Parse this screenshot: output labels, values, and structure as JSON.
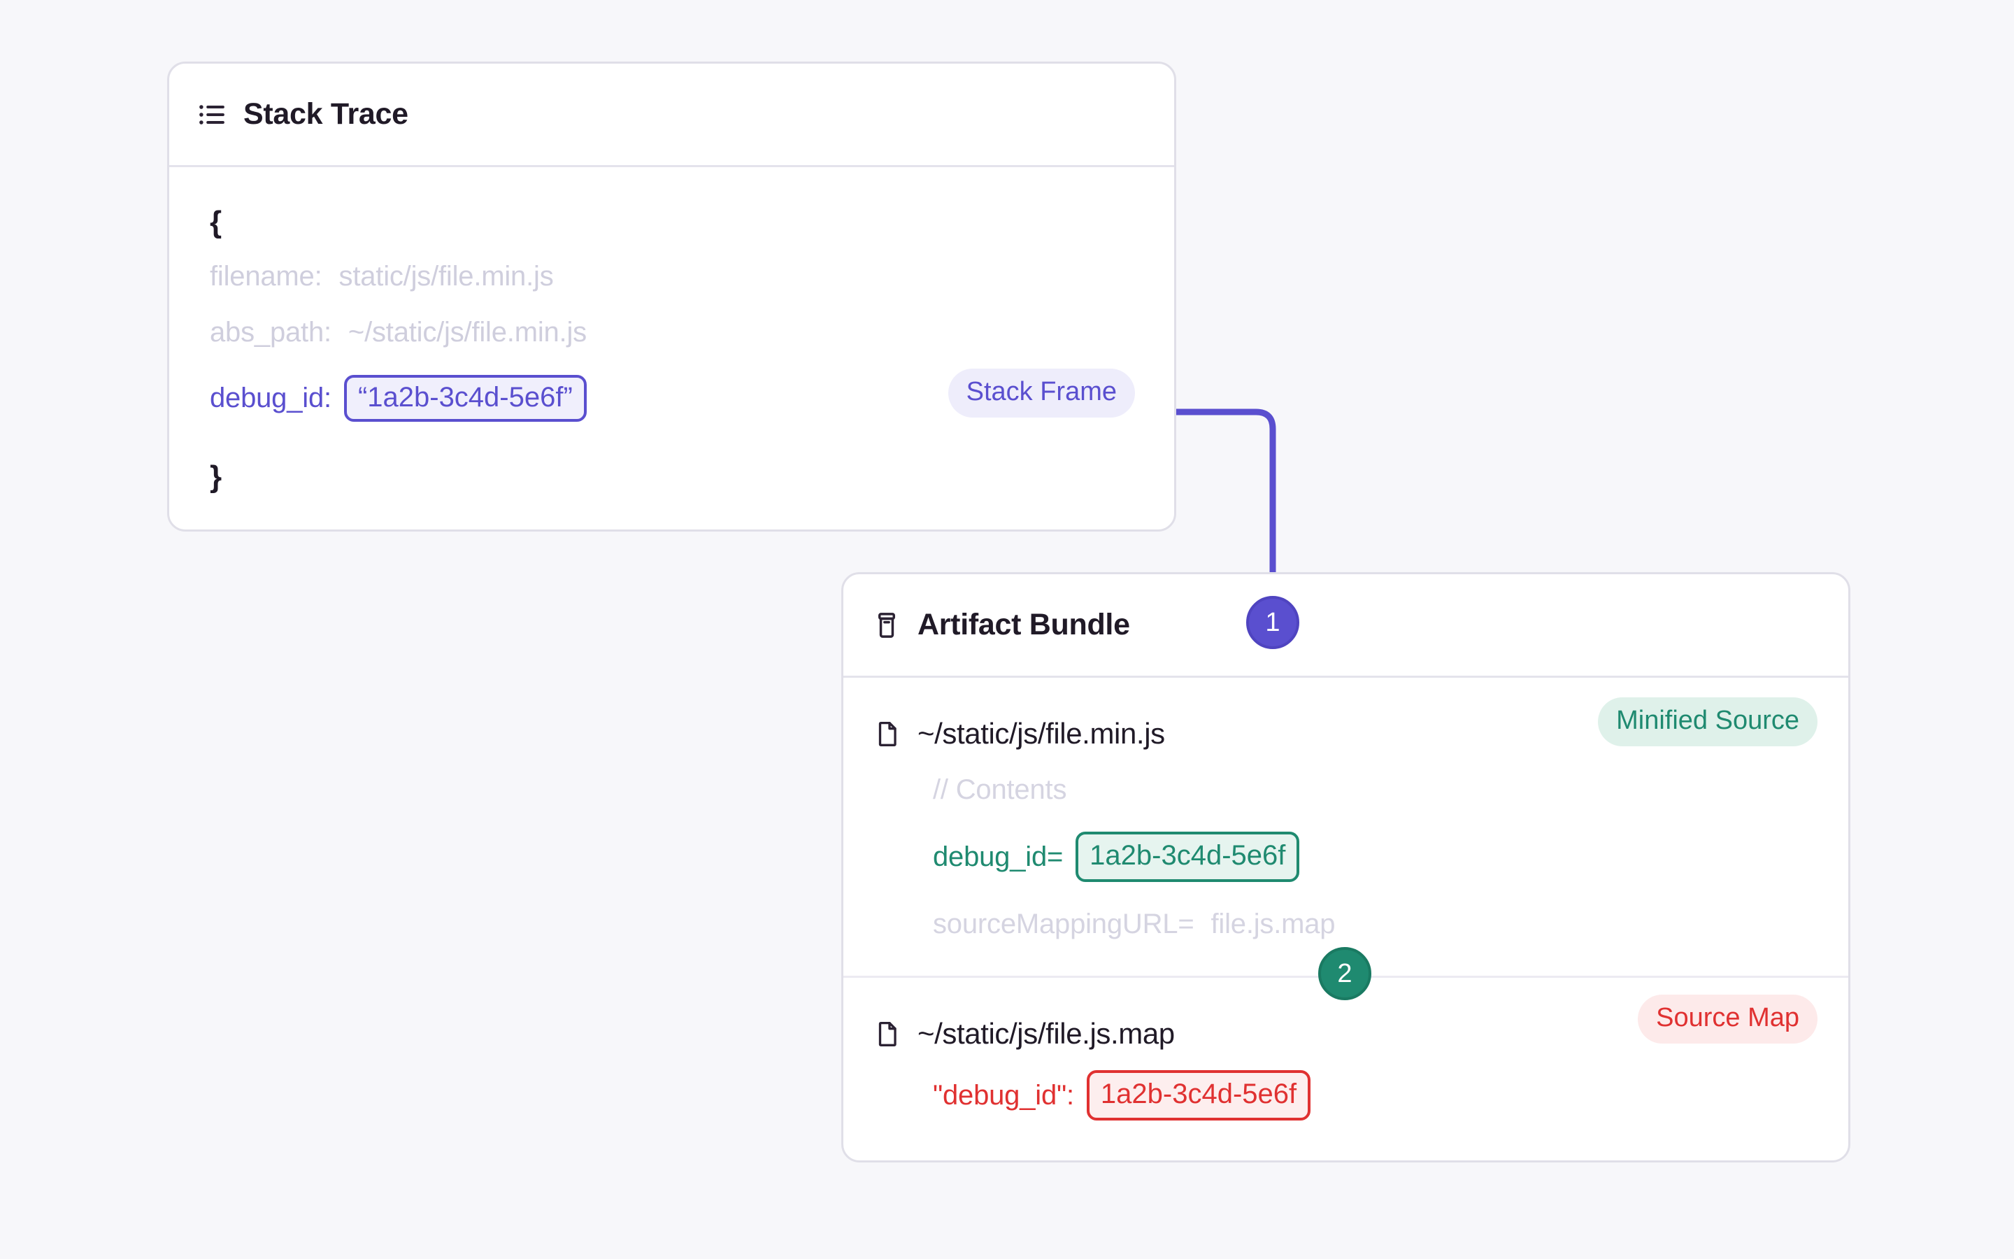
{
  "theme": {
    "background": "#f7f7fa",
    "card_background": "#ffffff",
    "card_border": "#e0dfe8",
    "purple": "#5a4fcf",
    "green": "#1f8a70",
    "red": "#e03131",
    "muted_text": "#cfcedd",
    "dark_text": "#201a27"
  },
  "stack_trace": {
    "title": "Stack Trace",
    "icon": "list-icon",
    "open_brace": "{",
    "close_brace": "}",
    "tag": "Stack Frame",
    "rows": [
      {
        "key": "filename:",
        "value": "static/js/file.min.js"
      },
      {
        "key": "abs_path:",
        "value": "~/static/js/file.min.js"
      }
    ],
    "debug_id": {
      "key": "debug_id:",
      "value": "“1a2b-3c4d-5e6f”"
    }
  },
  "artifact_bundle": {
    "title": "Artifact Bundle",
    "icon": "archive-box-icon",
    "minified": {
      "file_icon": "file-icon",
      "file_name": "~/static/js/file.min.js",
      "tag": "Minified Source",
      "contents_comment": "// Contents",
      "debug_id_key": "debug_id=",
      "debug_id_value": "1a2b-3c4d-5e6f",
      "source_mapping_key": "sourceMappingURL=",
      "source_mapping_value": "file.js.map"
    },
    "source_map": {
      "file_icon": "file-icon",
      "file_name": "~/static/js/file.js.map",
      "tag": "Source Map",
      "debug_id_key": "\"debug_id\":",
      "debug_id_value": "1a2b-3c4d-5e6f"
    }
  },
  "connectors": {
    "step_one": "1",
    "step_two": "2"
  }
}
